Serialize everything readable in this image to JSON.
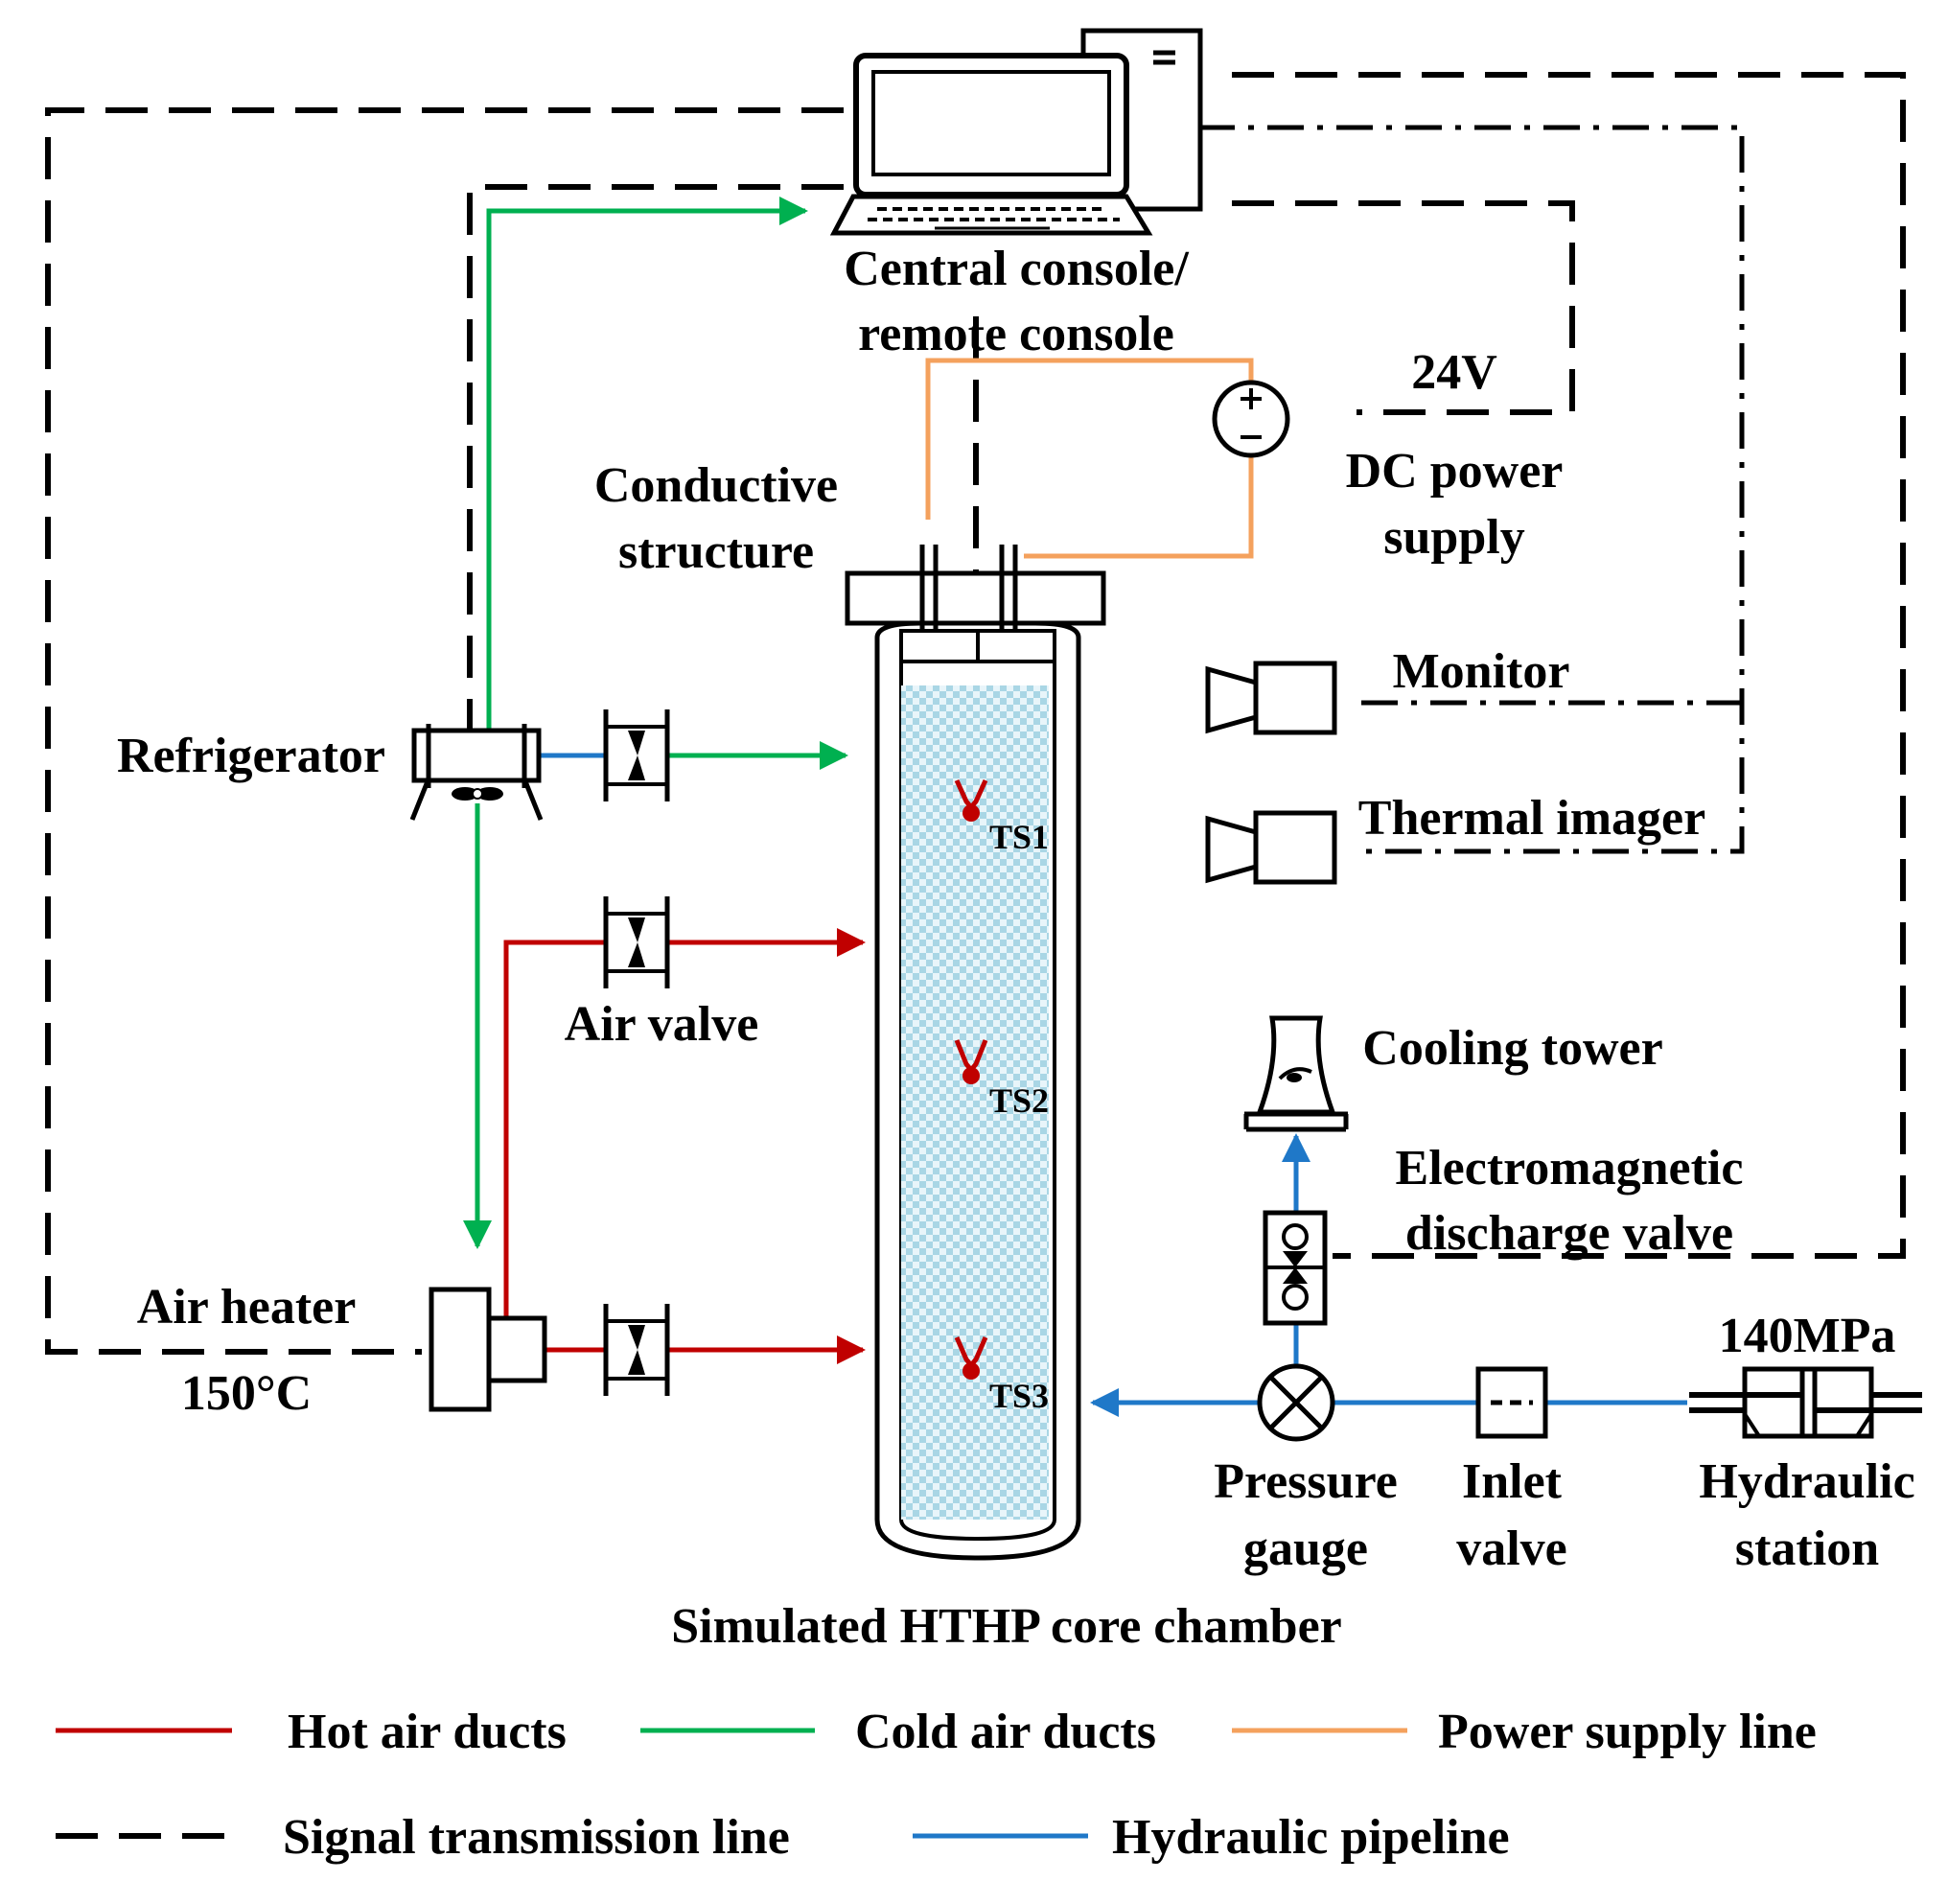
{
  "colors": {
    "hot_air": "#c00000",
    "cold_air": "#00b050",
    "power": "#f4a15d",
    "hydraulic": "#1f78c8",
    "signal": "#000000",
    "core_fill": "#a9d6e5"
  },
  "labels": {
    "console_1": "Central console/",
    "console_2": "remote console",
    "voltage": "24V",
    "dc_1": "DC power",
    "dc_2": "supply",
    "conductive_1": "Conductive",
    "conductive_2": "structure",
    "refrigerator": "Refrigerator",
    "air_valve": "Air valve",
    "air_heater": "Air heater",
    "heater_temp": "150°C",
    "monitor": "Monitor",
    "thermal_imager": "Thermal imager",
    "cooling_tower": "Cooling tower",
    "em_valve_1": "Electromagnetic",
    "em_valve_2": "discharge valve",
    "pressure_value": "140MPa",
    "pressure_gauge_1": "Pressure",
    "pressure_gauge_2": "gauge",
    "inlet_valve_1": "Inlet",
    "inlet_valve_2": "valve",
    "hydraulic_station_1": "Hydraulic",
    "hydraulic_station_2": "station",
    "chamber": "Simulated HTHP core chamber",
    "ts1": "TS1",
    "ts2": "TS2",
    "ts3": "TS3"
  },
  "legend": {
    "hot": "Hot air ducts",
    "cold": "Cold air ducts",
    "power": "Power supply line",
    "signal": "Signal transmission line",
    "hydraulic": "Hydraulic pipeline"
  }
}
